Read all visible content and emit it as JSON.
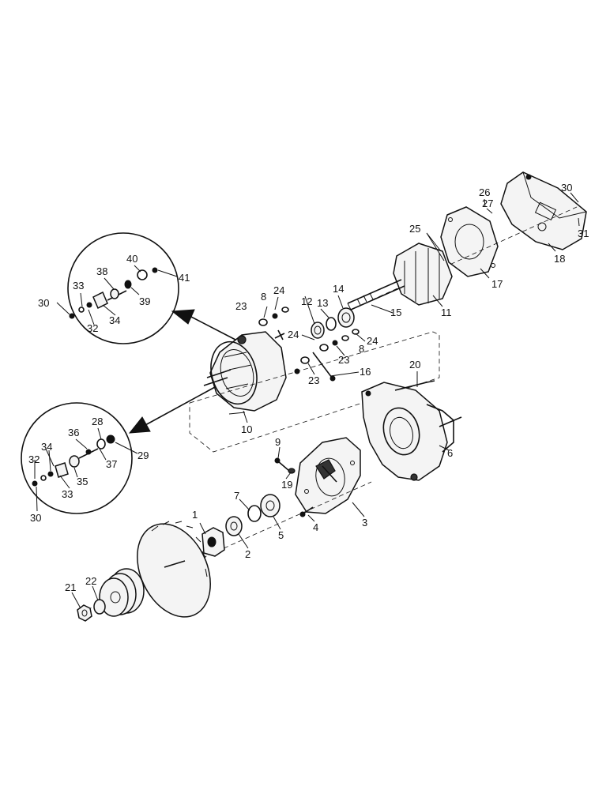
{
  "diagram": {
    "callouts": [
      {
        "id": "c1",
        "text": "1"
      },
      {
        "id": "c2",
        "text": "2"
      },
      {
        "id": "c3",
        "text": "3"
      },
      {
        "id": "c4",
        "text": "4"
      },
      {
        "id": "c5",
        "text": "5"
      },
      {
        "id": "c6",
        "text": "6"
      },
      {
        "id": "c7",
        "text": "7"
      },
      {
        "id": "c8a",
        "text": "8"
      },
      {
        "id": "c8b",
        "text": "8"
      },
      {
        "id": "c9",
        "text": "9"
      },
      {
        "id": "c10",
        "text": "10"
      },
      {
        "id": "c11",
        "text": "11"
      },
      {
        "id": "c12",
        "text": "12"
      },
      {
        "id": "c13",
        "text": "13"
      },
      {
        "id": "c14",
        "text": "14"
      },
      {
        "id": "c15",
        "text": "15"
      },
      {
        "id": "c16",
        "text": "16"
      },
      {
        "id": "c17",
        "text": "17"
      },
      {
        "id": "c18",
        "text": "18"
      },
      {
        "id": "c19",
        "text": "19"
      },
      {
        "id": "c20",
        "text": "20"
      },
      {
        "id": "c21",
        "text": "21"
      },
      {
        "id": "c22",
        "text": "22"
      },
      {
        "id": "c23a",
        "text": "23"
      },
      {
        "id": "c23b",
        "text": "23"
      },
      {
        "id": "c23c",
        "text": "23"
      },
      {
        "id": "c24a",
        "text": "24"
      },
      {
        "id": "c24b",
        "text": "24"
      },
      {
        "id": "c24c",
        "text": "24"
      },
      {
        "id": "c25",
        "text": "25"
      },
      {
        "id": "c26",
        "text": "26"
      },
      {
        "id": "c27",
        "text": "27"
      },
      {
        "id": "c28",
        "text": "28"
      },
      {
        "id": "c29",
        "text": "29"
      },
      {
        "id": "c30a",
        "text": "30"
      },
      {
        "id": "c30b",
        "text": "30"
      },
      {
        "id": "c30c",
        "text": "30"
      },
      {
        "id": "c31",
        "text": "31"
      },
      {
        "id": "c32a",
        "text": "32"
      },
      {
        "id": "c32b",
        "text": "32"
      },
      {
        "id": "c33a",
        "text": "33"
      },
      {
        "id": "c33b",
        "text": "33"
      },
      {
        "id": "c34a",
        "text": "34"
      },
      {
        "id": "c34b",
        "text": "34"
      },
      {
        "id": "c35",
        "text": "35"
      },
      {
        "id": "c36",
        "text": "36"
      },
      {
        "id": "c37",
        "text": "37"
      },
      {
        "id": "c38",
        "text": "38"
      },
      {
        "id": "c39",
        "text": "39"
      },
      {
        "id": "c40",
        "text": "40"
      },
      {
        "id": "c41",
        "text": "41"
      }
    ]
  }
}
